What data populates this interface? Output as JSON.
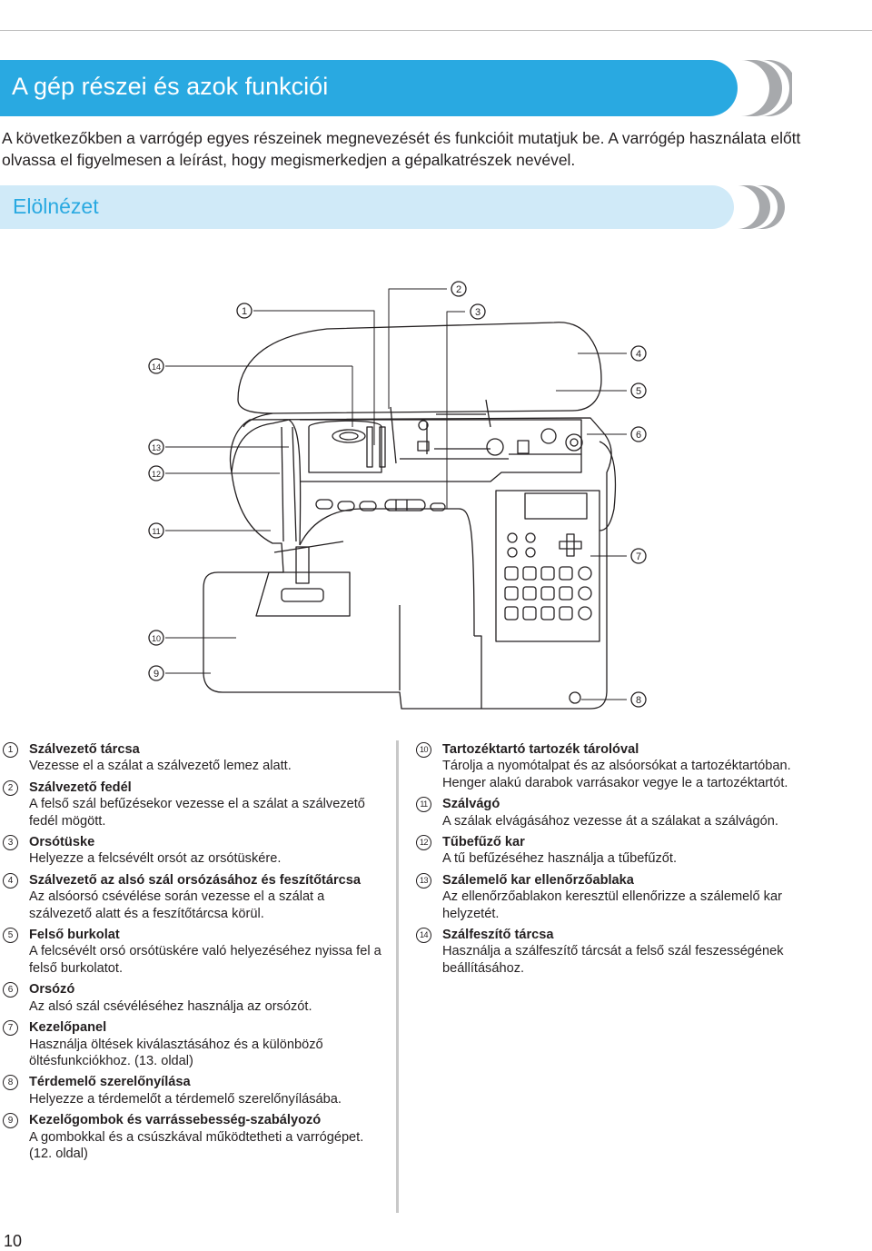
{
  "header": {
    "title": "A gép részei és azok funkciói",
    "intro": "A következőkben a varrógép egyes részeinek megnevezését és funkcióit mutatjuk be. A varrógép használata előtt olvassa el figyelmesen a leírást, hogy megismerkedjen a gépalkatrészek nevével."
  },
  "section": {
    "title": "Elölnézet"
  },
  "diagram": {
    "callouts": [
      "1",
      "2",
      "3",
      "4",
      "5",
      "6",
      "7",
      "8",
      "9",
      "10",
      "11",
      "12",
      "13",
      "14"
    ]
  },
  "parts": [
    {
      "num": "1",
      "name": "Szálvezető tárcsa",
      "desc": "Vezesse el a szálat a szálvezető lemez alatt."
    },
    {
      "num": "2",
      "name": "Szálvezető fedél",
      "desc": "A felső szál befűzésekor vezesse el a szálat a szálvezető fedél mögött."
    },
    {
      "num": "3",
      "name": "Orsótüske",
      "desc": "Helyezze a felcsévélt orsót az orsótüskére."
    },
    {
      "num": "4",
      "name": "Szálvezető az alsó szál orsózásához és feszítőtárcsa",
      "desc": "Az alsóorsó csévélése során vezesse el a szálat a szálvezető alatt és a feszítőtárcsa körül."
    },
    {
      "num": "5",
      "name": "Felső burkolat",
      "desc": "A felcsévélt orsó orsótüskére való helyezéséhez nyissa fel a felső burkolatot."
    },
    {
      "num": "6",
      "name": "Orsózó",
      "desc": "Az alsó szál csévéléséhez használja az orsózót."
    },
    {
      "num": "7",
      "name": "Kezelőpanel",
      "desc": "Használja öltések kiválasztásához és a különböző öltésfunkciókhoz. (13. oldal)"
    },
    {
      "num": "8",
      "name": "Térdemelő szerelőnyílása",
      "desc": "Helyezze a térdemelőt a térdemelő szerelőnyílásába."
    },
    {
      "num": "9",
      "name": "Kezelőgombok és varrássebesség-szabályozó",
      "desc": "A gombokkal és a csúszkával működtetheti a varrógépet. (12. oldal)"
    },
    {
      "num": "10",
      "name": "Tartozéktartó tartozék tárolóval",
      "desc": "Tárolja a nyomótalpat és az alsóorsókat a tartozéktartóban. Henger alakú darabok varrásakor vegye le a tartozéktartót."
    },
    {
      "num": "11",
      "name": "Szálvágó",
      "desc": "A szálak elvágásához vezesse át a szálakat a szálvágón."
    },
    {
      "num": "12",
      "name": "Tűbefűző kar",
      "desc": "A tű befűzéséhez használja a tűbefűzőt."
    },
    {
      "num": "13",
      "name": "Szálemelő kar ellenőrzőablaka",
      "desc": "Az ellenőrzőablakon keresztül ellenőrizze a szálemelő kar helyzetét."
    },
    {
      "num": "14",
      "name": "Szálfeszítő tárcsa",
      "desc": "Használja a szálfeszítő tárcsát a felső szál feszességének beállításához."
    }
  ],
  "page_number": "10",
  "colors": {
    "accent": "#29a9e1",
    "accent_light": "#d0eaf8",
    "chevron": "#a7a9ac"
  }
}
